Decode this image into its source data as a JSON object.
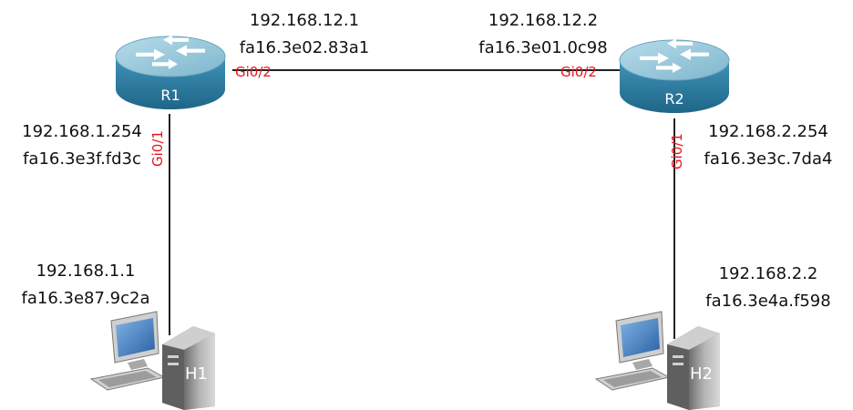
{
  "colors": {
    "link": "#222222",
    "interface_label": "#e8141c",
    "router_top": "#8fc3d8",
    "router_side": "#2e7fa3",
    "pc_body": "#9a9a9a",
    "screen": "#3a7bbf"
  },
  "routers": [
    {
      "id": "r1",
      "name": "R1",
      "icon": "router-icon"
    },
    {
      "id": "r2",
      "name": "R2",
      "icon": "router-icon"
    }
  ],
  "hosts": [
    {
      "id": "h1",
      "name": "H1",
      "icon": "pc-icon"
    },
    {
      "id": "h2",
      "name": "H2",
      "icon": "pc-icon"
    }
  ],
  "interfaces": {
    "r1_wan": "Gi0/2",
    "r2_wan": "Gi0/2",
    "r1_lan": "Gi0/1",
    "r2_lan": "Gi0/1"
  },
  "addresses": {
    "r1_wan": {
      "ip": "192.168.12.1",
      "mac": "fa16.3e02.83a1"
    },
    "r2_wan": {
      "ip": "192.168.12.2",
      "mac": "fa16.3e01.0c98"
    },
    "r1_lan": {
      "ip": "192.168.1.254",
      "mac": "fa16.3e3f.fd3c"
    },
    "r2_lan": {
      "ip": "192.168.2.254",
      "mac": "fa16.3e3c.7da4"
    },
    "h1": {
      "ip": "192.168.1.1",
      "mac": "fa16.3e87.9c2a"
    },
    "h2": {
      "ip": "192.168.2.2",
      "mac": "fa16.3e4a.f598"
    }
  }
}
